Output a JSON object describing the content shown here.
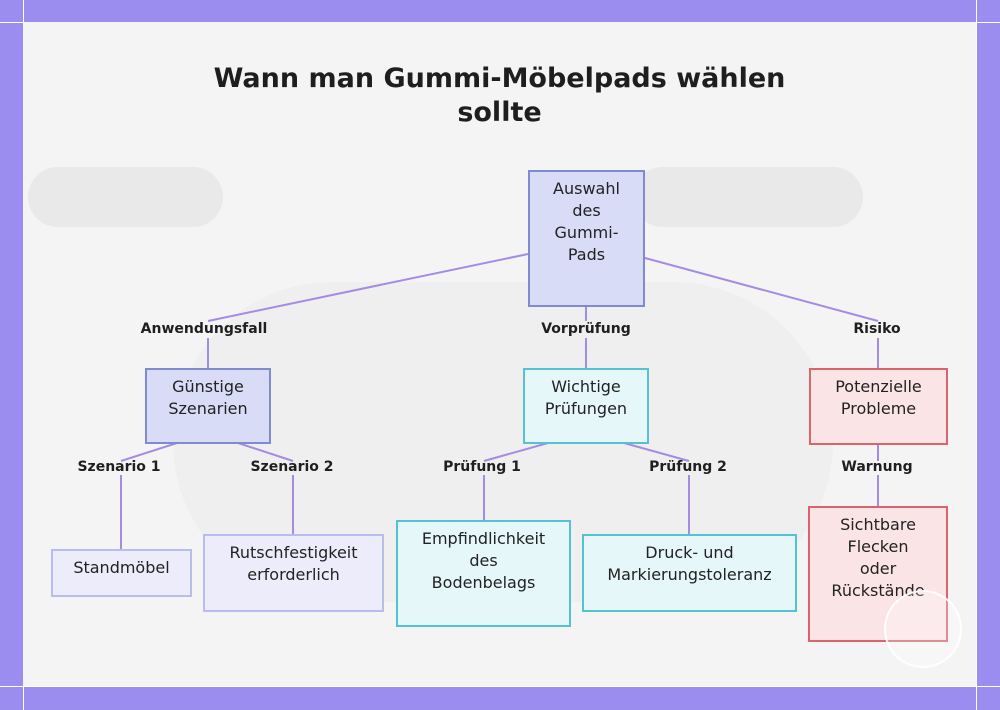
{
  "title_lines": [
    "Wann man Gummi-Möbelpads wählen",
    "sollte"
  ],
  "colors": {
    "border": "#9b8cf0",
    "edge": "#a48be3",
    "root_fill": "#d8dcf7",
    "cyan_border": "#56c1d3",
    "red_border": "#d9646e"
  },
  "nodes": {
    "root": [
      "Auswahl",
      "des",
      "Gummi-",
      "Pads"
    ],
    "favorable": [
      "Günstige",
      "Szenarien"
    ],
    "checks": [
      "Wichtige",
      "Prüfungen"
    ],
    "problems": [
      "Potenzielle",
      "Probleme"
    ],
    "standing": [
      "Standmöbel"
    ],
    "slip": [
      "Rutschfestigkeit",
      "erforderlich"
    ],
    "floor": [
      "Empfindlichkeit",
      "des",
      "Bodenbelags"
    ],
    "pressure": [
      "Druck- und",
      "Markierungstoleranz"
    ],
    "stains": [
      "Sichtbare",
      "Flecken",
      "oder",
      "Rückstände"
    ]
  },
  "edge_labels": {
    "use_case": "Anwendungsfall",
    "precheck": "Vorprüfung",
    "risk": "Risiko",
    "scenario1": "Szenario 1",
    "scenario2": "Szenario 2",
    "check1": "Prüfung 1",
    "check2": "Prüfung 2",
    "warning": "Warnung"
  }
}
